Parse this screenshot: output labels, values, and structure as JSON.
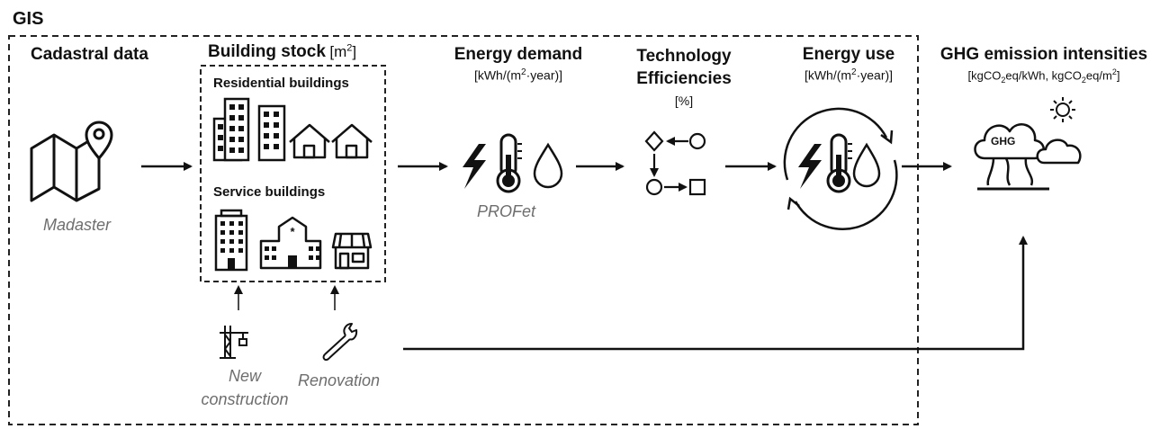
{
  "gis_label": "GIS",
  "cadastral": {
    "title": "Cadastral data",
    "source": "Madaster"
  },
  "building_stock": {
    "title": "Building stock",
    "unit_pre": "[m",
    "unit_sup": "2",
    "unit_post": "]",
    "residential": "Residential buildings",
    "service": "Service buildings"
  },
  "energy_demand": {
    "title": "Energy demand",
    "unit_pre": "[kWh/(m",
    "unit_sup": "2",
    "unit_post": "·year)]",
    "source": "PROFet"
  },
  "tech": {
    "title_line1": "Technology",
    "title_line2": "Efficiencies",
    "unit": "[%]"
  },
  "energy_use": {
    "title": "Energy use",
    "unit_pre": "[kWh/(m",
    "unit_sup": "2",
    "unit_post": "·year)]"
  },
  "ghg": {
    "title": "GHG emission intensities",
    "unit_a": "[kgCO",
    "unit_sub1": "2",
    "unit_b": "eq/kWh, kgCO",
    "unit_sub2": "2",
    "unit_c": "eq/m",
    "unit_sup": "2",
    "unit_d": "]",
    "icon_text": "GHG"
  },
  "drivers": {
    "new_construction_line1": "New",
    "new_construction_line2": "construction",
    "renovation": "Renovation"
  }
}
